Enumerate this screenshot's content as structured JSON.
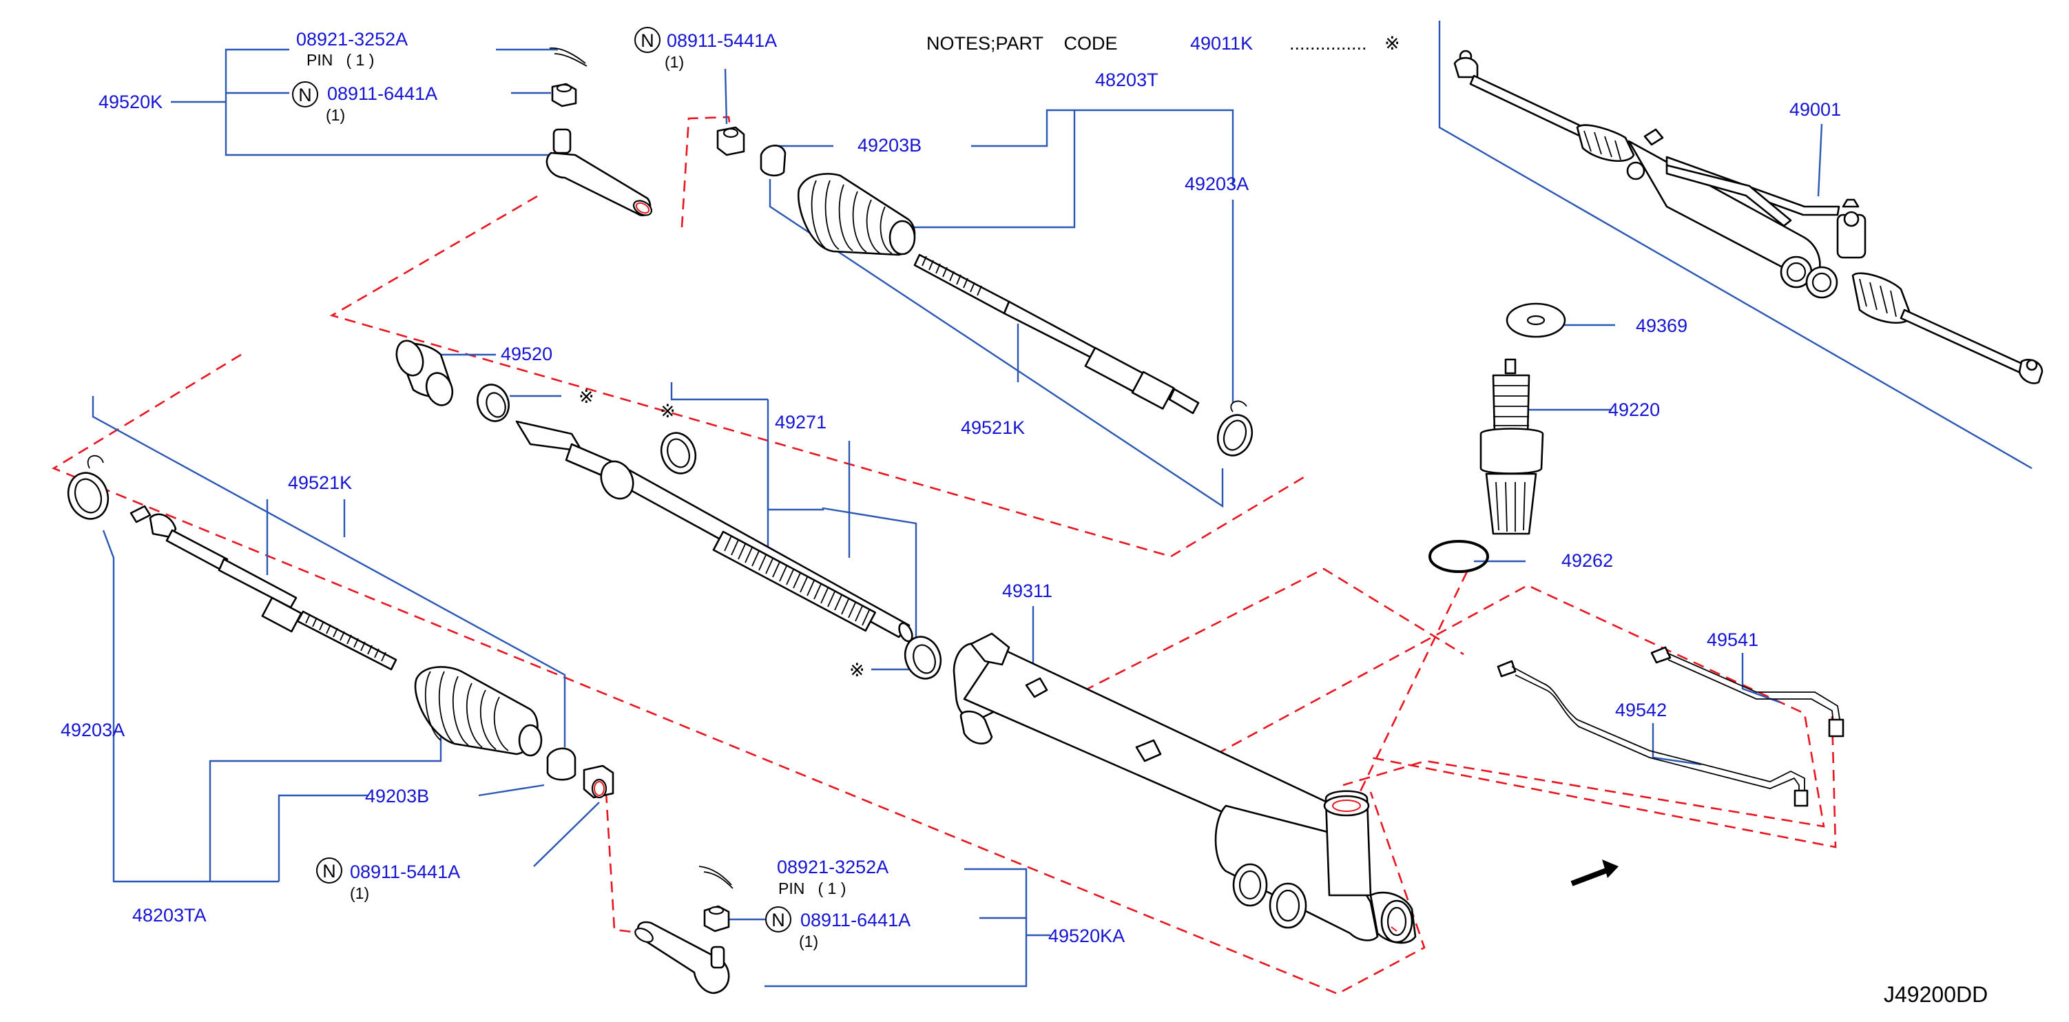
{
  "diagram_id": "J49200DD",
  "notes": {
    "label": "NOTES;PART    CODE",
    "code": "49011K",
    "dots": "...............",
    "mark": "※"
  },
  "nut_symbol": "N",
  "labels": {
    "l08921_top": "08921-3252A",
    "pin_top": "PIN   ( 1 )",
    "l49520K": "49520K",
    "l08911_6441_top": "08911-6441A",
    "qty_6441_top": "(1)",
    "l08911_5441_top": "08911-5441A",
    "qty_5441_top": "(1)",
    "l49203B_top": "49203B",
    "l48203T": "48203T",
    "l49203A_right": "49203A",
    "l49001": "49001",
    "l49520": "49520",
    "mark_49520": "※",
    "l49271": "49271",
    "mark_49271": "※",
    "mark_49271_seal": "※",
    "l49521K_top": "49521K",
    "l49369": "49369",
    "l49220": "49220",
    "l49262": "49262",
    "l49521K_left": "49521K",
    "l49203A_left": "49203A",
    "l49311": "49311",
    "l49541": "49541",
    "l49542": "49542",
    "l49203B_bottom": "49203B",
    "l08911_5441_bottom": "08911-5441A",
    "qty_5441_bottom": "(1)",
    "l48203TA": "48203TA",
    "l08921_bottom": "08921-3252A",
    "pin_bottom": "PIN   ( 1 )",
    "l08911_6441_bottom": "08911-6441A",
    "qty_6441_bottom": "(1)",
    "l49520KA": "49520KA"
  }
}
